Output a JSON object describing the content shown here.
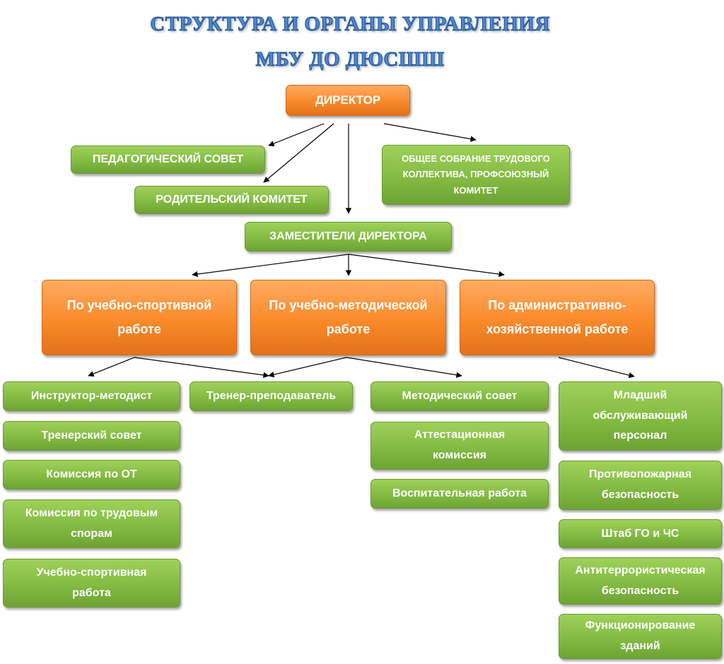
{
  "title": {
    "line1": "СТРУКТУРА И ОРГАНЫ УПРАВЛЕНИЯ",
    "line2": "МБУ ДО ДЮСШШ"
  },
  "nodes": {
    "director": "ДИРЕКТОР",
    "ped_council": "ПЕДАГОГИЧЕСКИЙ СОВЕТ",
    "parent_committee": "РОДИТЕЛЬСКИЙ КОМИТЕТ",
    "general_meeting": "ОБЩЕЕ СОБРАНИЕ ТРУДОВОГО КОЛЛЕКТИВА, ПРОФСОЮЗНЫЙ КОМИТЕТ",
    "deputies": "ЗАМЕСТИТЕЛИ ДИРЕКТОРА",
    "dep_sport": "По учебно-спортивной работе",
    "dep_method": "По учебно-методической работе",
    "dep_admin": "По административно-хозяйственной  работе"
  },
  "sport_column": [
    "Инструктор-методист",
    "Тренерский совет",
    "Комиссия по ОТ",
    "Комиссия по трудовым спорам",
    "Учебно-спортивная работа"
  ],
  "trainer": "Тренер-преподаватель",
  "method_column": [
    "Методический совет",
    "Аттестационная комиссия",
    "Воспитательная работа"
  ],
  "admin_column": [
    "Младший обслуживающий персонал",
    "Противопожарная безопасность",
    "Штаб ГО и ЧС",
    "Антитеррористическая безопасность",
    "Функционирование зданий"
  ],
  "colors": {
    "green_box": "#83bb42",
    "orange_box": "#f98a2a",
    "title_blue": "#4a88d2"
  }
}
